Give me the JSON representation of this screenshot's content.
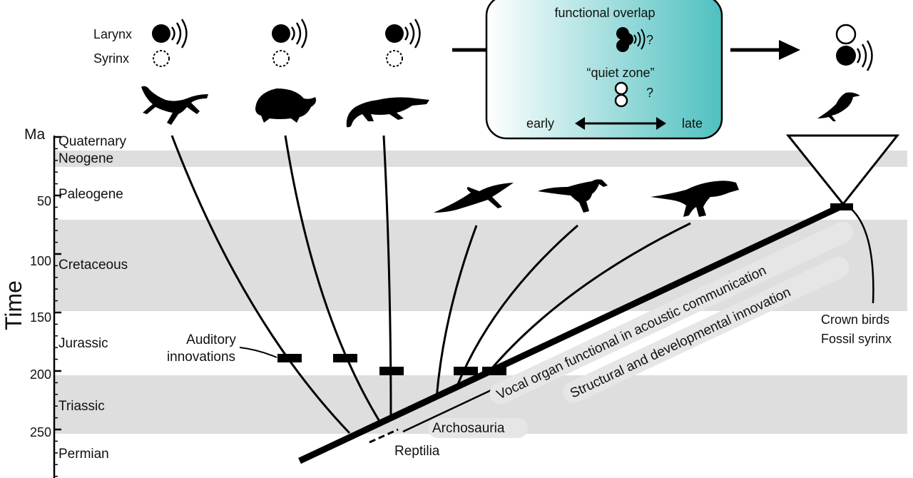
{
  "axis": {
    "unit_label": "Ma",
    "title": "Time",
    "ticks": [
      "50",
      "100",
      "150",
      "200",
      "250"
    ]
  },
  "periods": [
    "Quaternary",
    "Neogene",
    "Paleogene",
    "Cretaceous",
    "Jurassic",
    "Triassic",
    "Permian"
  ],
  "vocal_organs": {
    "larynx": "Larynx",
    "syrinx": "Syrinx"
  },
  "inset": {
    "title": "functional overlap",
    "quiet_zone": "“quiet zone”",
    "question_mark": "?",
    "early": "early",
    "late": "late"
  },
  "labels": {
    "auditory_line1": "Auditory",
    "auditory_line2": "innovations",
    "vocal_organ_functional": "Vocal organ functional in acoustic communication",
    "structural_innovation": "Structural and developmental innovation",
    "archosauria": "Archosauria",
    "reptilia": "Reptilia",
    "crown_birds": "Crown birds",
    "fossil_syrinx": "Fossil syrinx"
  },
  "icons": [
    "lizard-silhouette-icon",
    "turtle-silhouette-icon",
    "crocodile-silhouette-icon",
    "pterosaur-silhouette-icon",
    "dinosaur-silhouette-icon",
    "tyrannosaur-silhouette-icon",
    "bird-silhouette-icon",
    "sound-waves-icon"
  ],
  "colors": {
    "band": "#dedede",
    "inset_left": "#ffffff",
    "inset_right": "#4fc0c0"
  }
}
